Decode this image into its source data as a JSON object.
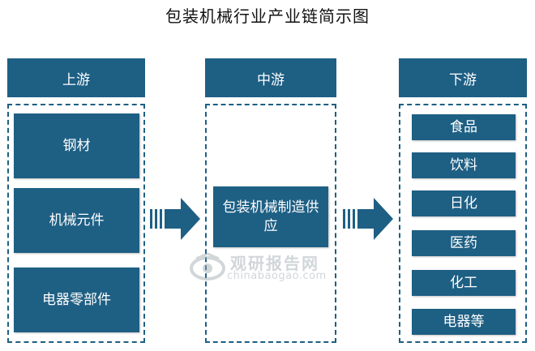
{
  "title": "包装机械行业产业链简示图",
  "upstream": {
    "header": "上游",
    "items": [
      "钢材",
      "机械元件",
      "电器零部件"
    ]
  },
  "midstream": {
    "header": "中游",
    "content": "包装机械制造供应"
  },
  "downstream": {
    "header": "下游",
    "items": [
      "食品",
      "饮料",
      "日化",
      "医药",
      "化工",
      "电器等"
    ]
  },
  "watermark": {
    "name": "观研报告网",
    "url": "chinabaogao.com"
  },
  "colors": {
    "primary": "#1e5f84",
    "background": "#ffffff"
  }
}
